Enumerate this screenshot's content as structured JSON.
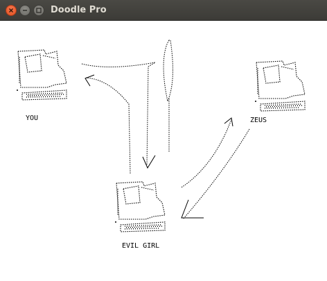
{
  "window": {
    "title": "Doodle Pro",
    "buttons": {
      "close": "close-icon",
      "minimize": "minimize-icon",
      "maximize": "maximize-icon"
    }
  },
  "canvas": {
    "labels": {
      "you": "YOU",
      "zeus": "ZEUS",
      "evil_girl": "EVIL GIRL"
    }
  },
  "colors": {
    "titlebar": "#3c3b37",
    "title_text": "#dfdbd2",
    "close_button": "#e95420",
    "ink": "#000000",
    "canvas": "#ffffff"
  }
}
